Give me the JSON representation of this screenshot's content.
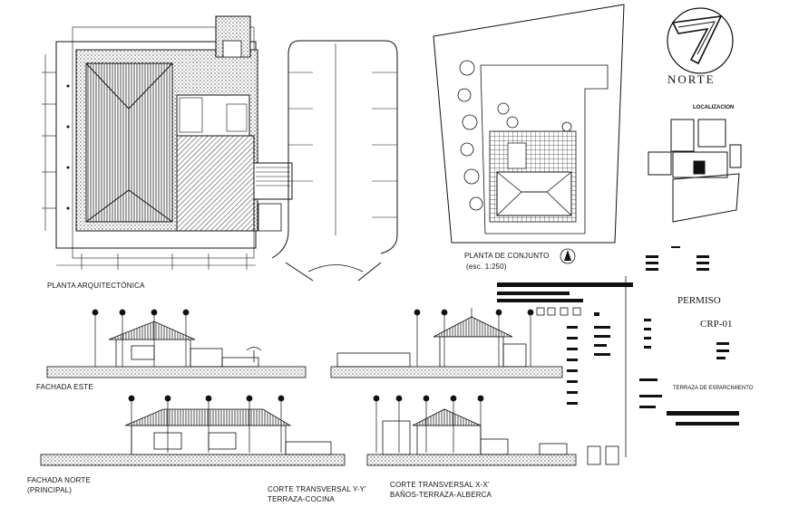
{
  "views": {
    "planta_arquitectonica": "PLANTA ARQUITECTÓNICA",
    "planta_conjunto": "PLANTA DE CONJUNTO",
    "planta_conjunto_scale": "(esc. 1:250)",
    "fachada_este": "FACHADA ESTE",
    "fachada_norte_line1": "FACHADA NORTE",
    "fachada_norte_line2": "(PRINCIPAL)",
    "corte_yy_line1": "CORTE TRANSVERSAL Y-Y'",
    "corte_yy_line2": "TERRAZA-COCINA",
    "corte_xx_line1": "CORTE TRANSVERSAL X-X'",
    "corte_xx_line2": "BAÑOS-TERRAZA-ALBERCA"
  },
  "north": {
    "label": "NORTE"
  },
  "title_block": {
    "localizacion": "LOCALIZACION",
    "permiso": "PERMISO",
    "sheet_code": "CRP-01",
    "project": "TERRAZA DE ESPARCIMIENTO"
  },
  "colors": {
    "line": "#111111",
    "hatch": "#555555",
    "paper": "#ffffff"
  }
}
